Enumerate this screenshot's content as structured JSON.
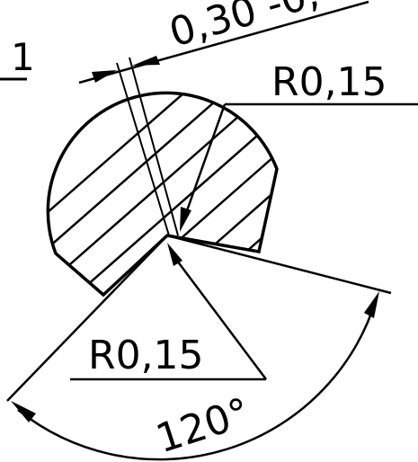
{
  "drawing": {
    "labels": {
      "thickness_dim": "0,30 -0,",
      "radius_upper": "R0,15",
      "radius_lower": "R0,15",
      "angle": "120°",
      "partial_left": "1"
    }
  }
}
